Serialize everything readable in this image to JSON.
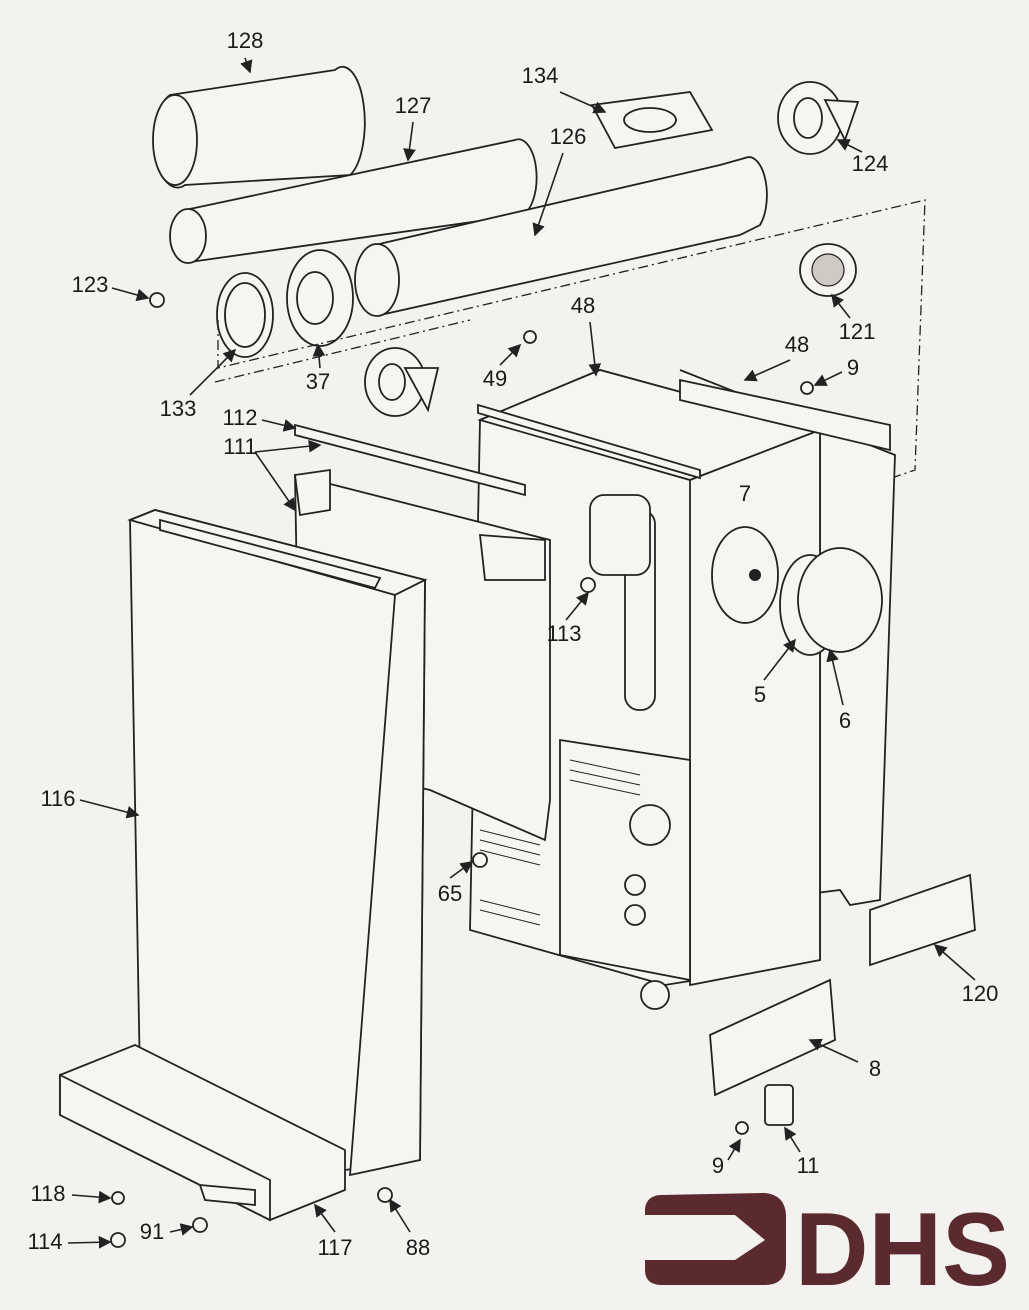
{
  "diagram": {
    "type": "exploded-parts-diagram",
    "part_labels": [
      "128",
      "127",
      "134",
      "126",
      "124",
      "123",
      "121",
      "48",
      "48",
      "9",
      "49",
      "37",
      "133",
      "112",
      "111",
      "7",
      "113",
      "5",
      "6",
      "116",
      "65",
      "120",
      "8",
      "9",
      "11",
      "118",
      "114",
      "91",
      "117",
      "88"
    ]
  },
  "logo": {
    "text": "DHS",
    "color": "#5a2a2e"
  }
}
